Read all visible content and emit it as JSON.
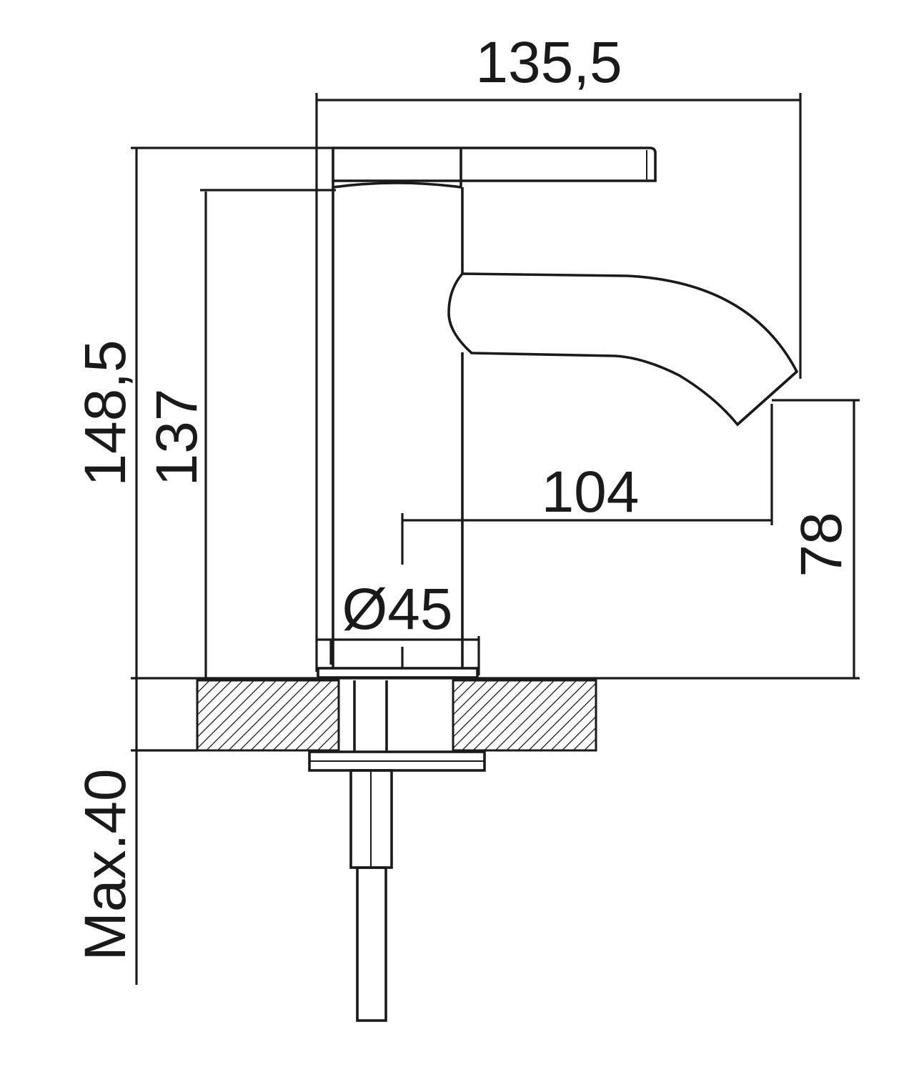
{
  "drawing": {
    "subject": "single-lever basin mixer tap, side elevation",
    "dimensions": {
      "overall_width": "135,5",
      "overall_height": "148,5",
      "body_height": "137",
      "spout_reach": "104",
      "spout_height": "78",
      "base_diameter": "Ø45",
      "max_deck_thickness": "Max.40"
    },
    "colors": {
      "ink": "#1a1a1a",
      "background": "#ffffff",
      "hatch": "#1a1a1a"
    }
  }
}
